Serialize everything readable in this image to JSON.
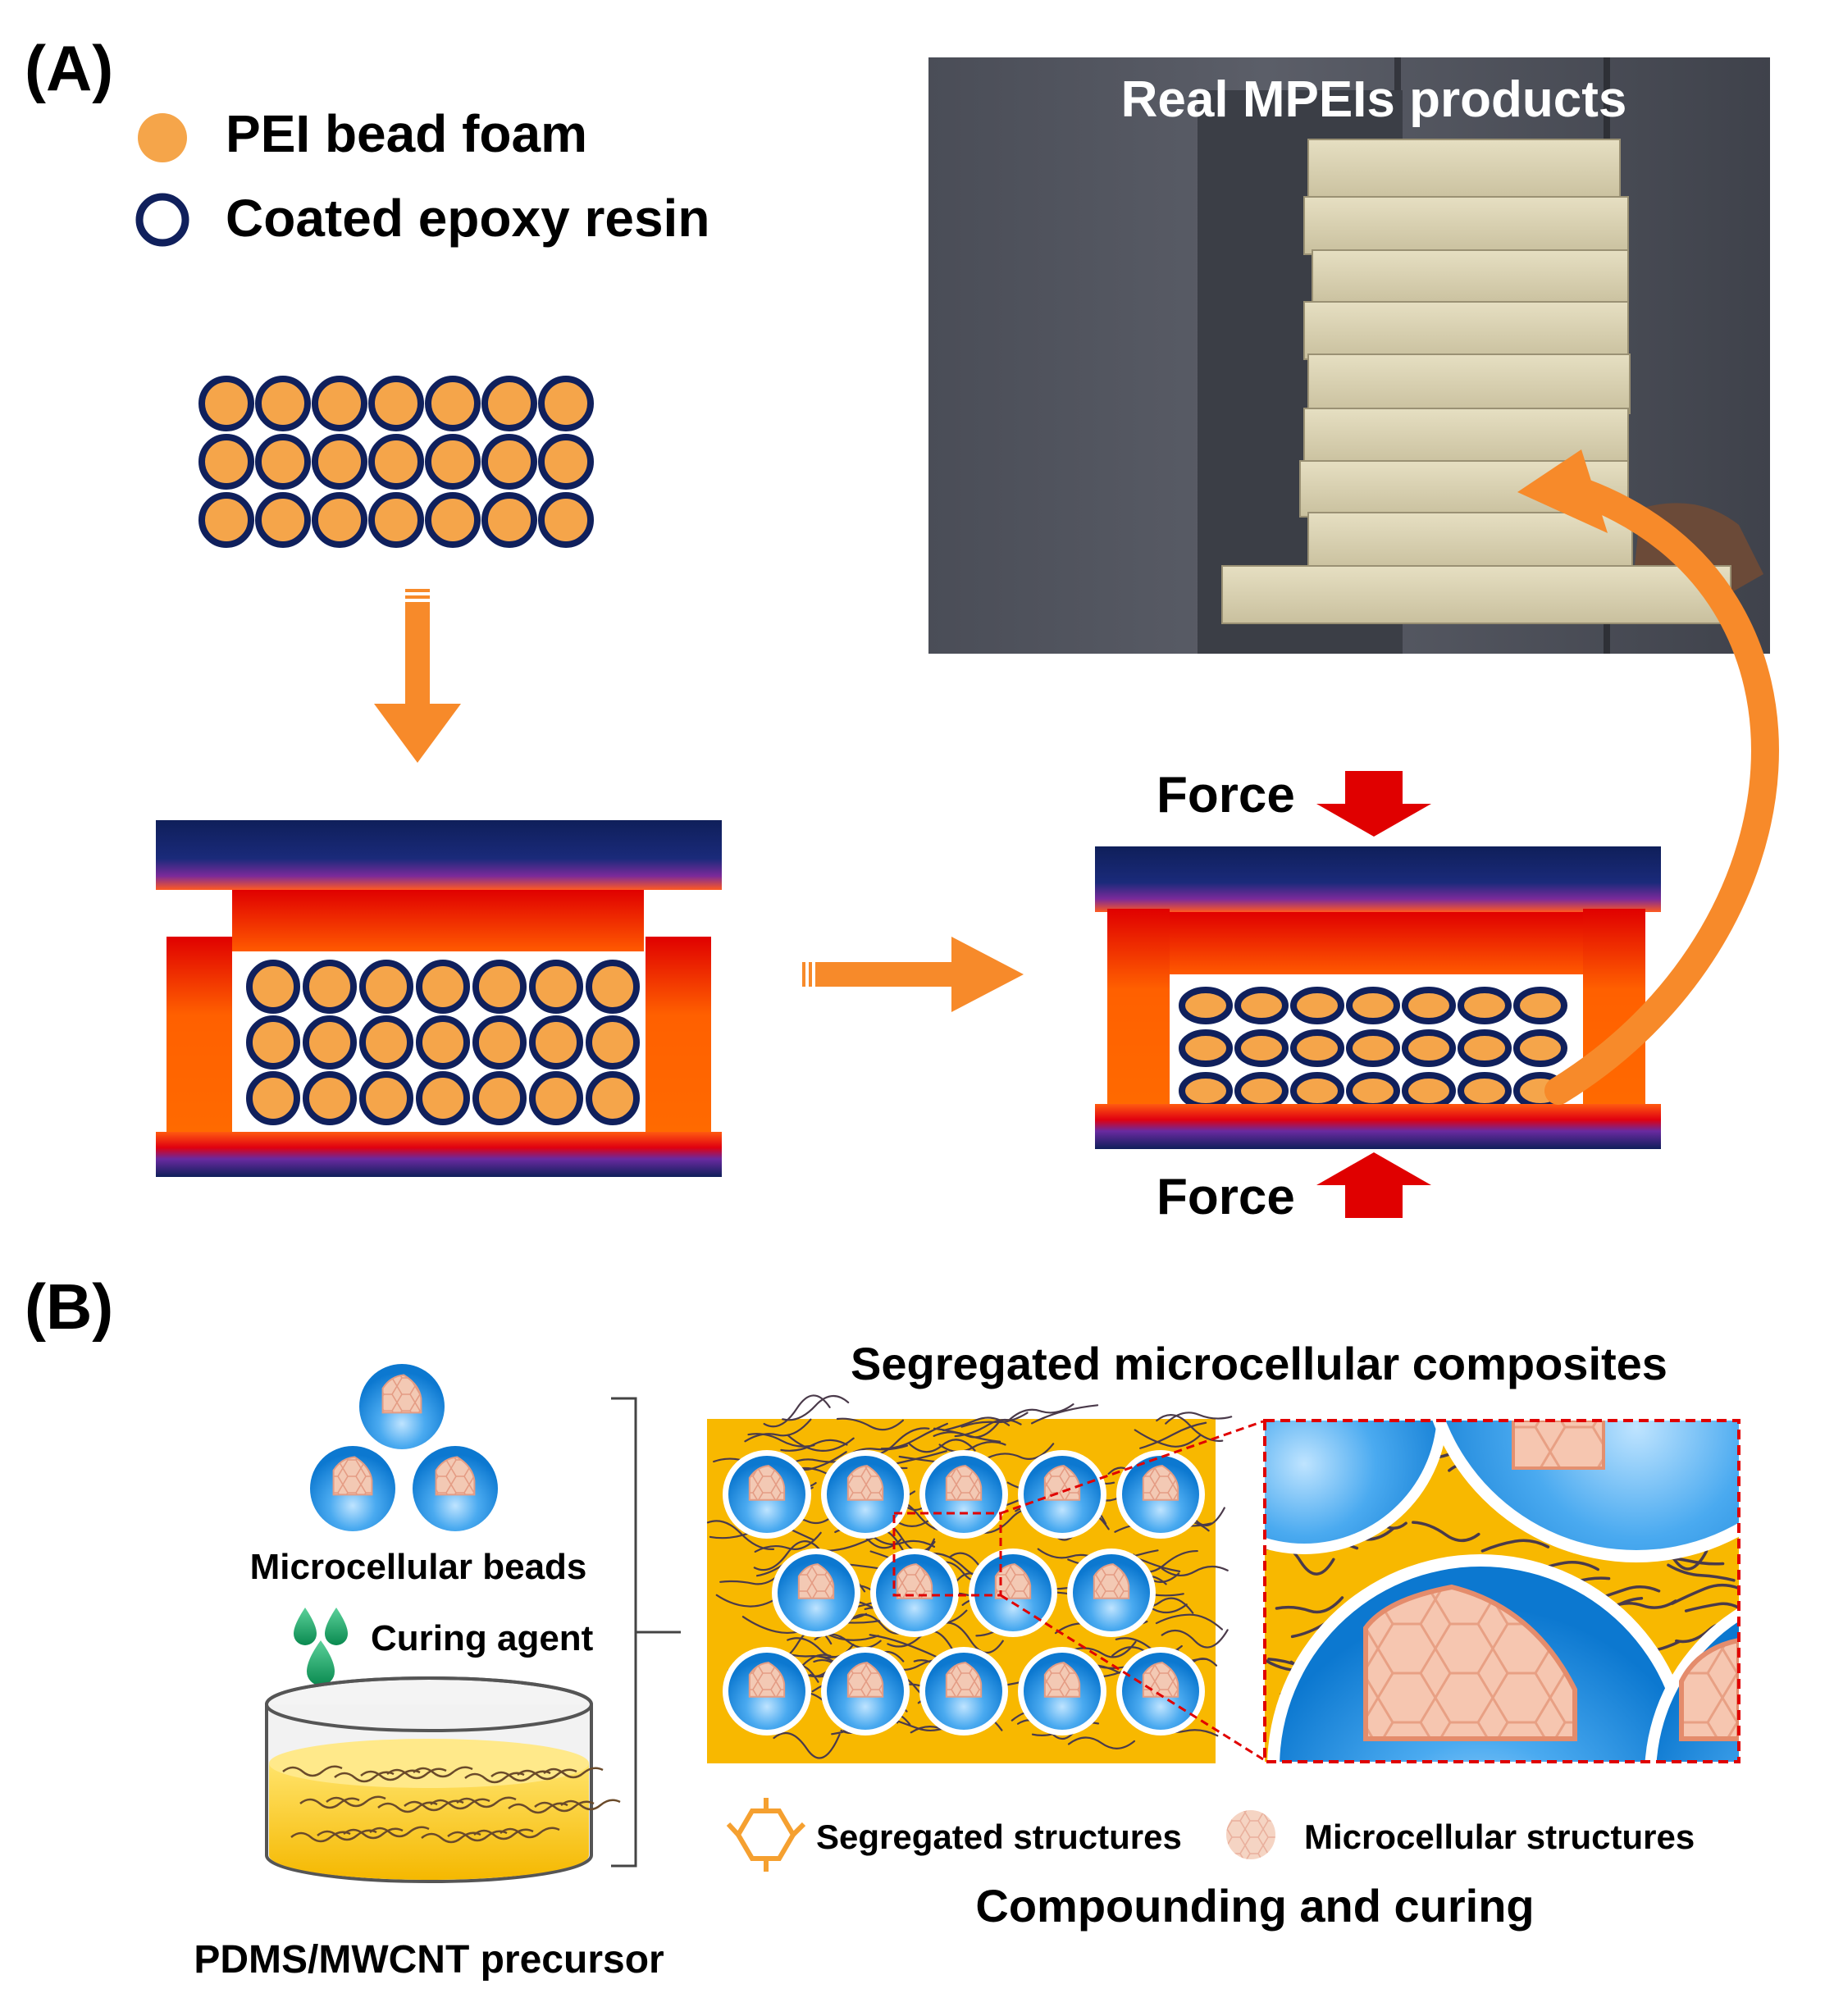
{
  "panel_a": {
    "label": "(A)",
    "legend": [
      {
        "label": "PEI bead foam"
      },
      {
        "label": "Coated epoxy resin"
      }
    ],
    "photo_title": "Real MPEIs products",
    "force_top": "Force",
    "force_bottom": "Force"
  },
  "panel_b": {
    "label": "(B)",
    "beads_label": "Microcellular beads",
    "curing_label": "Curing agent",
    "precursor_label": "PDMS/MWCNT precursor",
    "composite_title": "Segregated microcellular composites",
    "legend_segregated": "Segregated structures",
    "legend_microcellular": "Microcellular structures",
    "process_label": "Compounding and curing"
  },
  "colors": {
    "bead_fill": "#f5a54a",
    "bead_ring": "#10205c",
    "mold_dark": "#0f1f5a",
    "mold_red": "#e00000",
    "mold_orange": "#ff6a00",
    "arrow_orange": "#f78a2a",
    "force_red": "#e00000",
    "matrix_yellow": "#f8b800",
    "bead_blue": "#1e8fe0"
  }
}
